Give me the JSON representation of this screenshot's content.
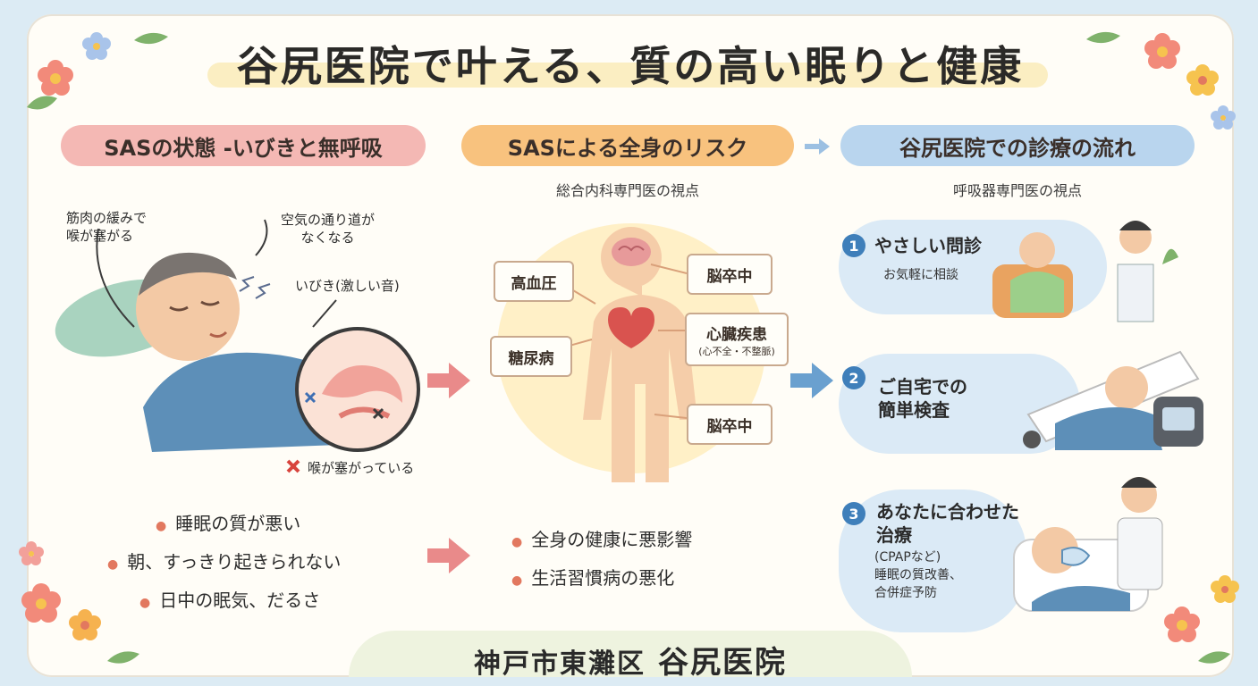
{
  "title": "谷尻医院で叶える、質の高い眠りと健康",
  "sections": {
    "sas_state": {
      "heading": "SASの状態 -いびきと無呼吸",
      "labels": {
        "muscle": "筋肉の緩みで\n喉が塞がる",
        "airway": "空気の通り道が\nなくなる",
        "snore": "いびき(激しい音)",
        "blocked": "喉が塞がっている"
      },
      "bullets": [
        "睡眠の質が悪い",
        "朝、すっきり起きられない",
        "日中の眠気、だるさ"
      ]
    },
    "risk": {
      "heading": "SASによる全身のリスク",
      "subtitle": "総合内科専門医の視点",
      "boxes": {
        "hypertension": "高血圧",
        "diabetes": "糖尿病",
        "stroke_top": "脳卒中",
        "heart": "心臓疾患",
        "heart_note": "(心不全・不整脈)",
        "stroke_bottom": "脳卒中"
      },
      "bullets": [
        "全身の健康に悪影響",
        "生活習慣病の悪化"
      ]
    },
    "flow": {
      "heading": "谷尻医院での診療の流れ",
      "subtitle": "呼吸器専門医の視点",
      "steps": [
        {
          "num": "1",
          "title": "やさしい問診",
          "note": "お気軽に相談"
        },
        {
          "num": "2",
          "title": "ご自宅での\n簡単検査",
          "note": ""
        },
        {
          "num": "3",
          "title": "あなたに合わせた\n治療",
          "note": "(CPAPなど)\n睡眠の質改善、\n合併症予防"
        }
      ]
    }
  },
  "footer": {
    "area": "神戸市東灘区",
    "clinic": "谷尻医院"
  },
  "colors": {
    "pink": "#f4b8b4",
    "orange": "#f8c27e",
    "blue": "#b9d5ee",
    "step_number": "#3f7fba",
    "arrow_pink": "#e98a8a",
    "arrow_blue": "#6aa0cf"
  },
  "icons": [
    "flower-icon",
    "leaf-icon",
    "arrow-right-icon",
    "x-mark-icon",
    "brain-icon",
    "heart-icon"
  ]
}
